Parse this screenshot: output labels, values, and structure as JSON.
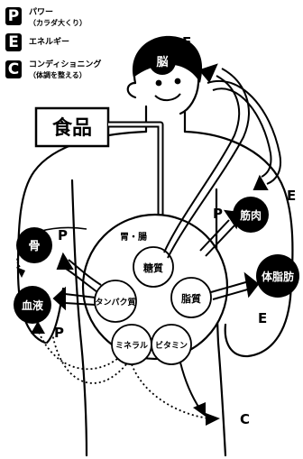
{
  "legend": {
    "p": {
      "letter": "P",
      "line1": "パワー",
      "line2": "（カラダ大くり）"
    },
    "e": {
      "letter": "E",
      "line1": "エネルギー",
      "line2": ""
    },
    "c": {
      "letter": "C",
      "line1": "コンディショニング",
      "line2": "（体調を整える）"
    }
  },
  "food_label": "食品",
  "stomach_label": "胃・腸",
  "nutrients": {
    "carbs": "糖質",
    "protein": "タンパク質",
    "fat": "脂質",
    "mineral": "ミネラル",
    "vitamin": "ビタミン"
  },
  "tissues": {
    "brain": "脳",
    "muscle": "筋肉",
    "body_fat": "体脂肪",
    "bone": "骨",
    "blood": "血液"
  },
  "markers": {
    "e_brain": "E",
    "e_muscle": "E",
    "p_muscle": "P",
    "e_fat": "E",
    "p_bone": "P",
    "p_blood": "P",
    "c_bottom": "C"
  }
}
